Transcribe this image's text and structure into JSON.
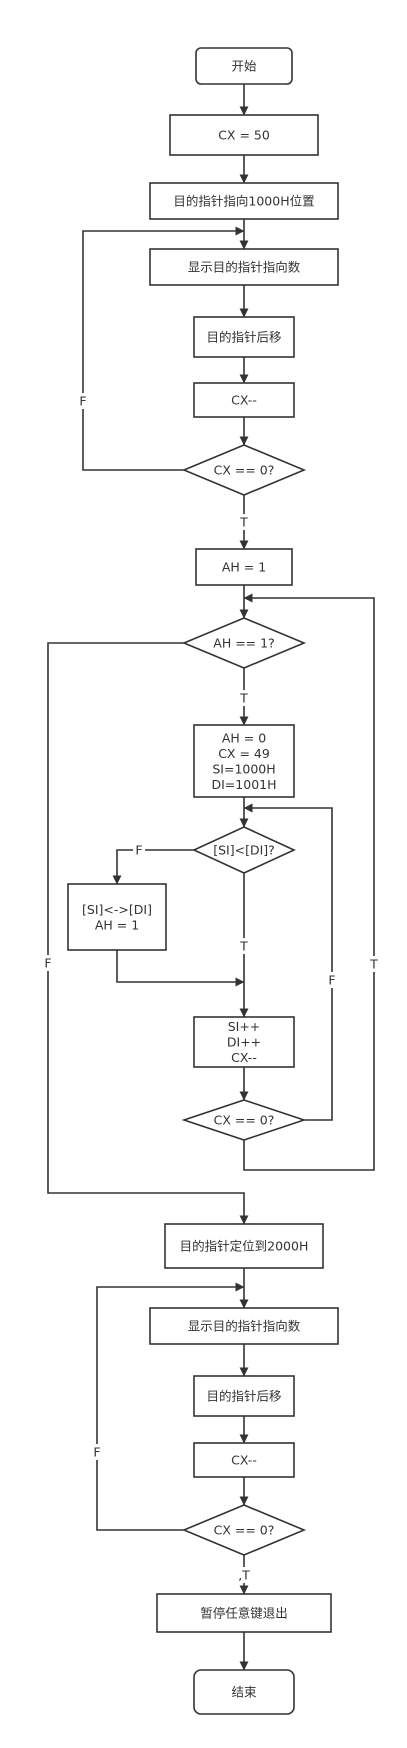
{
  "diagram": {
    "nodes": {
      "start": {
        "kind": "terminal",
        "lines": [
          "开始"
        ]
      },
      "cx50": {
        "kind": "process",
        "lines": [
          "CX = 50"
        ]
      },
      "dest1000": {
        "kind": "process",
        "lines": [
          "目的指针指向1000H位置"
        ]
      },
      "show1": {
        "kind": "process",
        "lines": [
          "显示目的指针指向数"
        ]
      },
      "back1": {
        "kind": "process",
        "lines": [
          "目的指针后移"
        ]
      },
      "dec1": {
        "kind": "process",
        "lines": [
          "CX--"
        ]
      },
      "cond1": {
        "kind": "decision",
        "lines": [
          "CX == 0?"
        ]
      },
      "ah1": {
        "kind": "process",
        "lines": [
          "AH = 1"
        ]
      },
      "cond_ah": {
        "kind": "decision",
        "lines": [
          "AH == 1?"
        ]
      },
      "init": {
        "kind": "process",
        "lines": [
          "AH = 0",
          "CX = 49",
          "SI=1000H",
          "DI=1001H"
        ]
      },
      "cond_cmp": {
        "kind": "decision",
        "lines": [
          "[SI]<[DI]?"
        ]
      },
      "swap": {
        "kind": "process",
        "lines": [
          "[SI]<->[DI]",
          "AH = 1"
        ]
      },
      "inc": {
        "kind": "process",
        "lines": [
          "SI++",
          "DI++",
          "CX--"
        ]
      },
      "cond2": {
        "kind": "decision",
        "lines": [
          "CX == 0?"
        ]
      },
      "dest2000": {
        "kind": "process",
        "lines": [
          "目的指针定位到2000H"
        ]
      },
      "show2": {
        "kind": "process",
        "lines": [
          "显示目的指针指向数"
        ]
      },
      "back2": {
        "kind": "process",
        "lines": [
          "目的指针后移"
        ]
      },
      "dec2": {
        "kind": "process",
        "lines": [
          "CX--"
        ]
      },
      "cond3": {
        "kind": "decision",
        "lines": [
          "CX == 0?"
        ]
      },
      "pause": {
        "kind": "process",
        "lines": [
          "暂停任意键退出"
        ]
      },
      "end": {
        "kind": "terminal",
        "lines": [
          "结束"
        ]
      }
    },
    "edges": [
      {
        "id": "start-cx50",
        "label": ""
      },
      {
        "id": "cx50-dest1000",
        "label": ""
      },
      {
        "id": "dest1000-show1",
        "label": ""
      },
      {
        "id": "show1-back1",
        "label": ""
      },
      {
        "id": "back1-dec1",
        "label": ""
      },
      {
        "id": "dec1-cond1",
        "label": ""
      },
      {
        "id": "cond1-show1",
        "label": "F"
      },
      {
        "id": "cond1-ah1",
        "label": "T"
      },
      {
        "id": "ah1-condah",
        "label": ""
      },
      {
        "id": "condah-init",
        "label": "T"
      },
      {
        "id": "condah-dest2000",
        "label": "F"
      },
      {
        "id": "init-condcmp",
        "label": ""
      },
      {
        "id": "condcmp-swap",
        "label": "F"
      },
      {
        "id": "condcmp-inc",
        "label": "T"
      },
      {
        "id": "swap-inc",
        "label": ""
      },
      {
        "id": "inc-cond2",
        "label": ""
      },
      {
        "id": "cond2-condcmp",
        "label": "F"
      },
      {
        "id": "cond2-condah",
        "label": "T"
      },
      {
        "id": "dest2000-show2",
        "label": ""
      },
      {
        "id": "show2-back2",
        "label": ""
      },
      {
        "id": "back2-dec2",
        "label": ""
      },
      {
        "id": "dec2-cond3",
        "label": ""
      },
      {
        "id": "cond3-show2",
        "label": "F"
      },
      {
        "id": "cond3-pause",
        "label": ",T"
      },
      {
        "id": "pause-end",
        "label": ""
      }
    ]
  }
}
